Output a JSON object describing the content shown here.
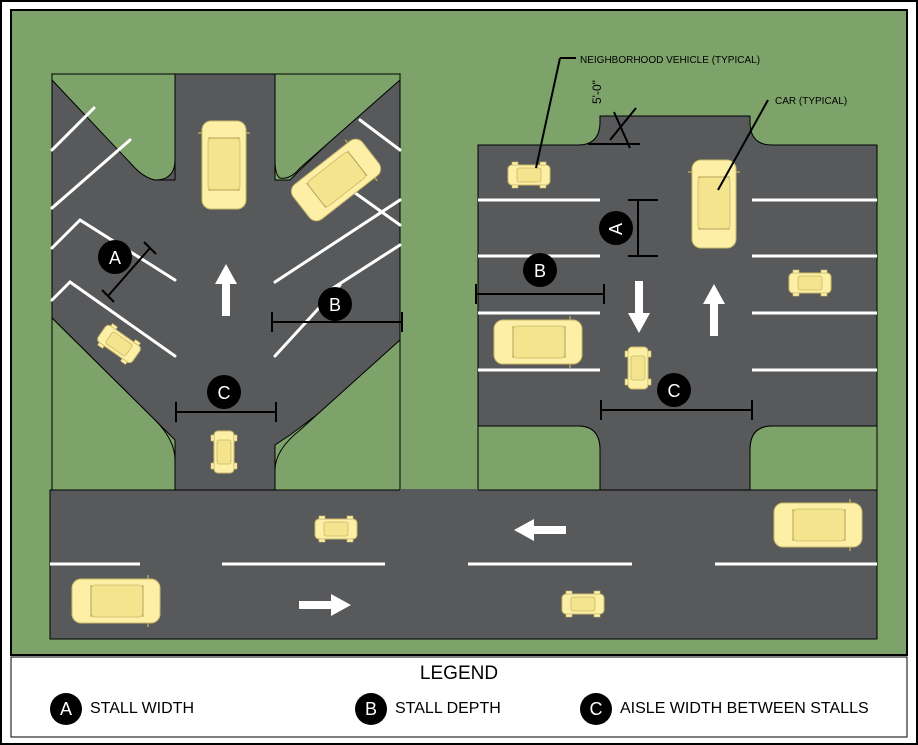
{
  "annotations": {
    "neighborhood_vehicle": "NEIGHBORHOOD VEHICLE (TYPICAL)",
    "car": "CAR (TYPICAL)",
    "dimension": "5'-0\""
  },
  "markers": {
    "a": "A",
    "b": "B",
    "c": "C"
  },
  "legend": {
    "title": "LEGEND",
    "items": [
      {
        "key": "A",
        "label": "STALL WIDTH"
      },
      {
        "key": "B",
        "label": "STALL DEPTH"
      },
      {
        "key": "C",
        "label": "AISLE WIDTH BETWEEN STALLS"
      }
    ]
  },
  "colors": {
    "grass": "#7da36a",
    "asphalt": "#58595b",
    "vehicle": "#fdf0a6",
    "marking": "#ffffff",
    "badge": "#000000"
  }
}
